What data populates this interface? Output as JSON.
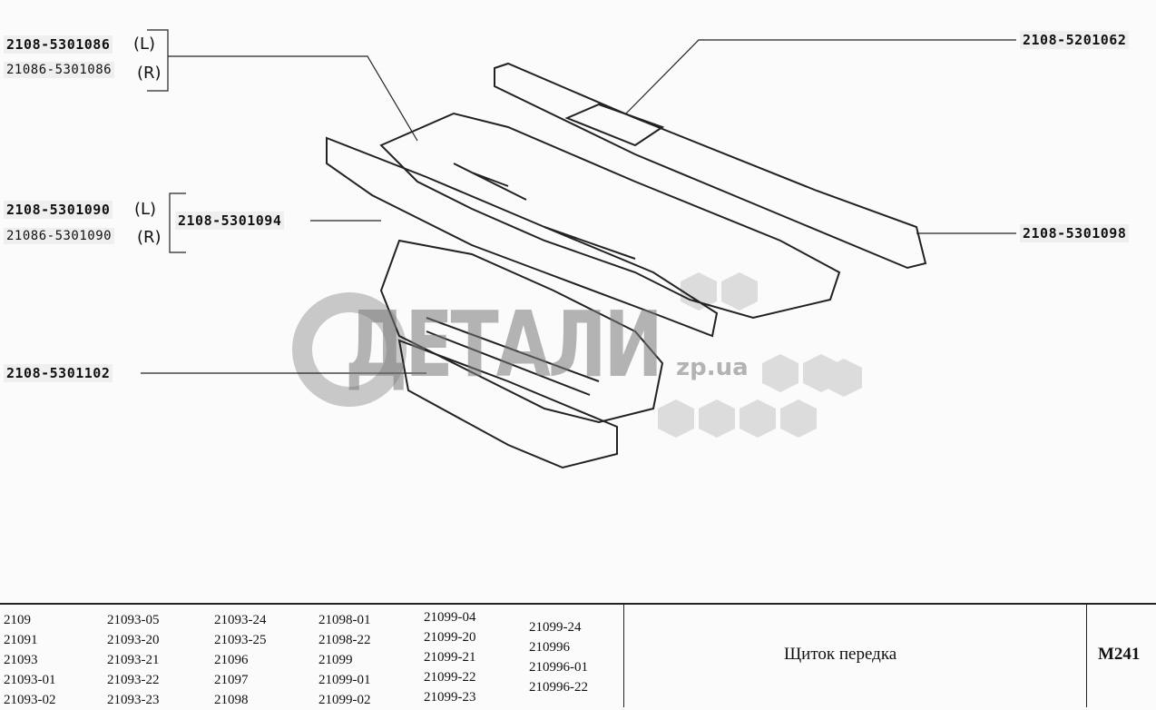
{
  "labels": {
    "p1": "2108-5301086",
    "p1_side": "(L)",
    "p2": "21086-5301086",
    "p2_side": "(R)",
    "p3": "2108-5301090",
    "p3_side": "(L)",
    "p4": "21086-5301090",
    "p4_side": "(R)",
    "p5": "2108-5301094",
    "p6": "2108-5301102",
    "p7": "2108-5201062",
    "p8": "2108-5301098"
  },
  "watermark": {
    "main": "ДЕТАЛИ",
    "domain": "zp.ua"
  },
  "models": [
    [
      "2109",
      "21091",
      "21093",
      "21093-01",
      "21093-02"
    ],
    [
      "21093-05",
      "21093-20",
      "21093-21",
      "21093-22",
      "21093-23"
    ],
    [
      "21093-24",
      "21093-25",
      "21096",
      "21097",
      "21098"
    ],
    [
      "21098-01",
      "21098-22",
      "21099",
      "21099-01",
      "21099-02"
    ],
    [
      "21099-04",
      "21099-20",
      "21099-21",
      "21099-22",
      "21099-23"
    ],
    [
      "21099-24",
      "210996",
      "210996-01",
      "210996-22"
    ]
  ],
  "title": "Щиток передка",
  "page_code": "M241"
}
